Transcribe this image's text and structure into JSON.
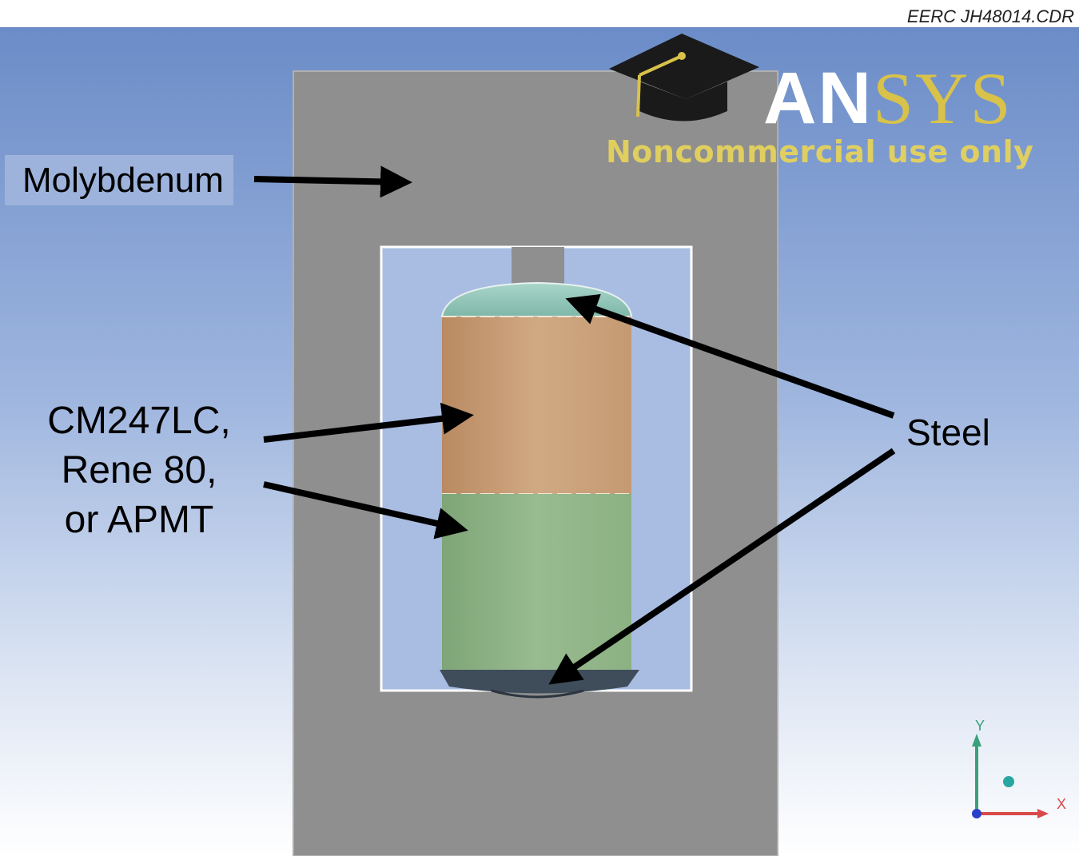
{
  "file_label": "EERC JH48014.CDR",
  "watermark": {
    "brand_part1": "AN",
    "brand_part2": "SYS",
    "notice": "Noncommercial use only"
  },
  "callouts": {
    "molybdenum": "Molybdenum",
    "alloy_line1": "CM247LC,",
    "alloy_line2": "Rene 80,",
    "alloy_line3": "or APMT",
    "steel": "Steel"
  },
  "axes": {
    "y": "Y",
    "x": "X"
  },
  "colors": {
    "molybdenum": "#8f8f8f",
    "steel_cap": "#8fc7b9",
    "alloy_top": "#c9a07a",
    "alloy_bottom": "#8fb38a",
    "steel_base": "#3f4c5a",
    "brand_gold": "#d8c24a"
  }
}
